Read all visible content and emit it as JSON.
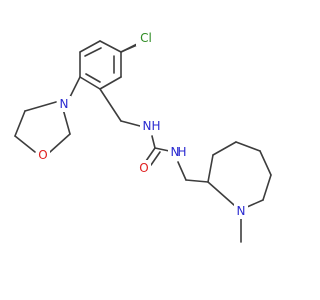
{
  "molecule": {
    "atoms": {
      "cl": {
        "text": "Cl",
        "color": "#2e8b22"
      },
      "o_morpholine": {
        "text": "O",
        "color": "#e02020"
      },
      "n_morpholine": {
        "text": "N",
        "color": "#2a2ad0"
      },
      "nh_benzyl": {
        "text": "N",
        "sub": "H",
        "color": "#2a2ad0"
      },
      "o_carbonyl": {
        "text": "O",
        "color": "#e02020"
      },
      "nh_urea": {
        "text": "N",
        "sub": "H",
        "color": "#2a2ad0"
      },
      "n_azepane": {
        "text": "N",
        "color": "#2a2ad0"
      }
    },
    "bond_color": "#3d3d3d"
  }
}
